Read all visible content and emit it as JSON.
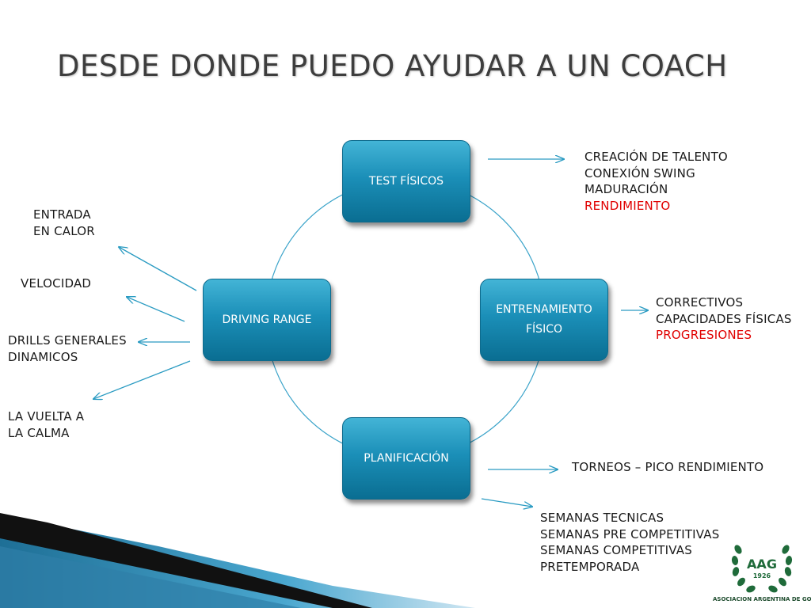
{
  "title": "DESDE DONDE PUEDO AYUDAR A UN COACH",
  "nodes": {
    "top": "TEST FÍSICOS",
    "left": "DRIVING RANGE",
    "right_line1": "ENTRENAMIENTO",
    "right_line2": "FÍSICO",
    "bottom": "PLANIFICACIÓN"
  },
  "test_fisicos_items": [
    "CREACIÓN DE TALENTO",
    "CONEXIÓN SWING",
    "MADURACIÓN",
    "RENDIMIENTO"
  ],
  "entrenamiento_items": [
    "CORRECTIVOS",
    "CAPACIDADES FÍSICAS",
    "PROGRESIONES"
  ],
  "driving_range_items": {
    "entrada": [
      "ENTRADA",
      "EN CALOR"
    ],
    "velocidad": "VELOCIDAD",
    "drills": [
      "DRILLS GENERALES",
      "DINAMICOS"
    ],
    "vuelta": [
      "LA VUELTA A",
      "LA CALMA"
    ]
  },
  "planificacion_items": {
    "torneos": "TORNEOS – PICO RENDIMIENTO",
    "semanas": [
      "SEMANAS TECNICAS",
      "SEMANAS PRE COMPETITIVAS",
      "SEMANAS COMPETITIVAS",
      "PRETEMPORADA"
    ]
  },
  "logo": {
    "initials": "AAG",
    "year": "1926",
    "caption": "ASOCIACION ARGENTINA DE GOLF"
  },
  "colors": {
    "box": "#1b8fb8",
    "arrow": "#2a9bc2",
    "highlight": "#e00000",
    "logo": "#1f6b3a"
  }
}
